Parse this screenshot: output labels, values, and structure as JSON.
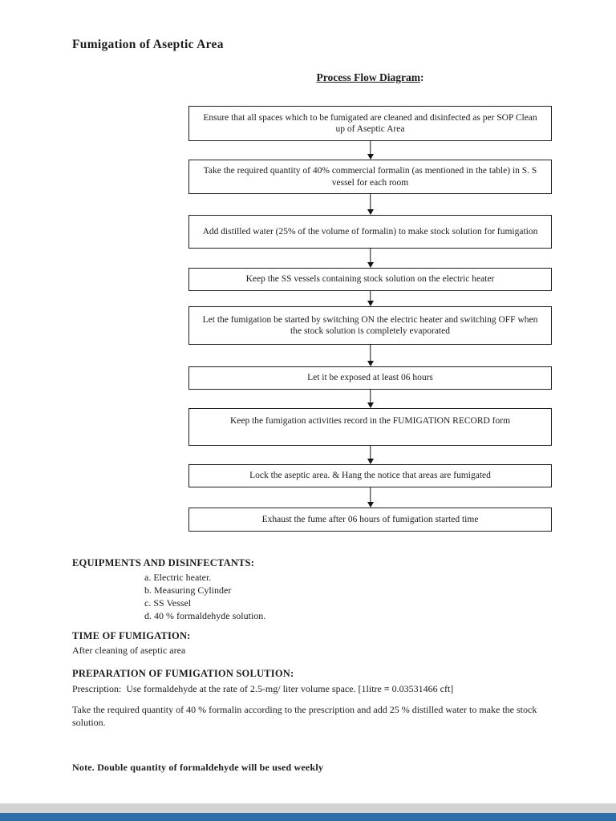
{
  "page": {
    "title": "Fumigation of Aseptic Area",
    "subtitle": "Process Flow Diagram",
    "subtitle_colon": ":"
  },
  "flow": {
    "steps": [
      {
        "text": "Ensure that all spaces which to be fumigated are cleaned and disinfected as per SOP Clean up of Aseptic Area"
      },
      {
        "text": "Take the required quantity of 40% commercial formalin (as mentioned in the table) in S. S vessel for each room"
      },
      {
        "text": "Add distilled water (25% of the volume of formalin) to make stock solution for fumigation"
      },
      {
        "text": "Keep the SS vessels containing stock solution on the electric heater"
      },
      {
        "text": "Let the fumigation be started by switching ON the electric heater and switching OFF when the stock solution is completely evaporated"
      },
      {
        "text": "Let it be exposed at least 06 hours"
      },
      {
        "text": "Keep the fumigation activities record in the FUMIGATION RECORD form"
      },
      {
        "text": "Lock the aseptic area. & Hang the notice that areas are fumigated"
      },
      {
        "text": "Exhaust the fume after 06 hours of fumigation started time"
      }
    ]
  },
  "sections": {
    "equipment": {
      "heading": "EQUIPMENTS AND DISINFECTANTS:",
      "items": [
        "a. Electric heater.",
        "b. Measuring Cylinder",
        "c. SS Vessel",
        "d. 40 % formaldehyde solution."
      ]
    },
    "time": {
      "heading": "TIME OF FUMIGATION:",
      "body": "After cleaning of aseptic area"
    },
    "preparation": {
      "heading": "PREPARATION OF FUMIGATION SOLUTION:",
      "prescription": "Prescription:  Use formaldehyde at the rate of 2.5-mg/ liter volume space. [1litre ≡ 0.03531466 cft]",
      "body": "Take the required quantity of 40 % formalin according to the prescription and add 25 % distilled water to make the stock solution."
    },
    "note": "Note. Double quantity of formaldehyde will be used weekly"
  },
  "colors": {
    "text": "#1c1c1c",
    "box_border": "#1f1f1f",
    "footer_gray": "#d2d2d2",
    "footer_blue": "#2f6da8"
  }
}
